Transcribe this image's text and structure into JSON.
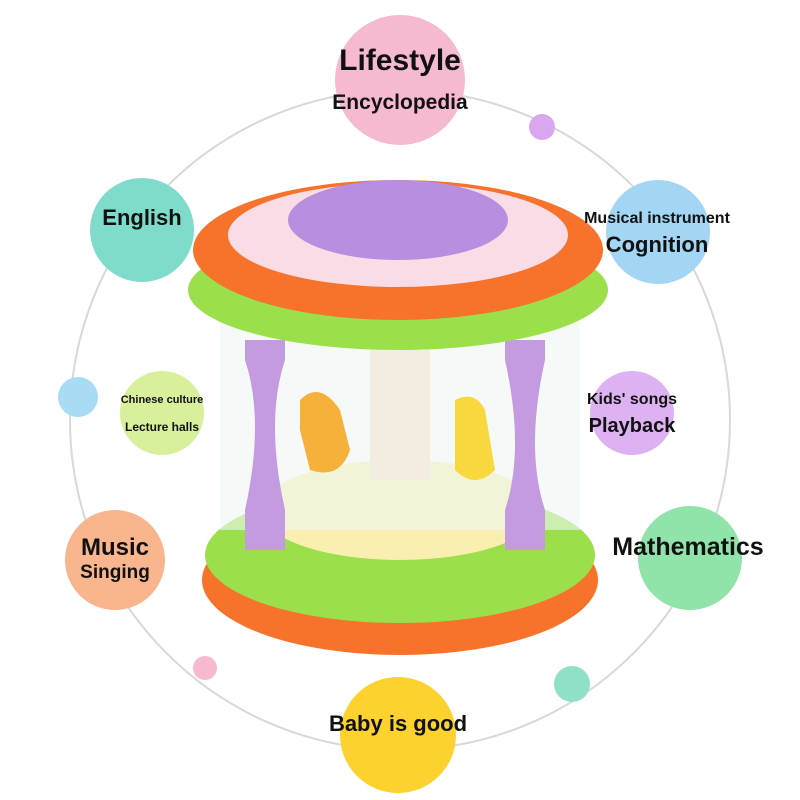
{
  "features": {
    "lifestyle": {
      "line1": "Lifestyle",
      "line2": "Encyclopedia",
      "color": "#f5b9d2"
    },
    "english": {
      "line1": "English",
      "color": "#7fdccb"
    },
    "musical": {
      "line1": "Musical instrument",
      "line2": "Cognition",
      "color": "#a3d6f5"
    },
    "chinese": {
      "line1": "Chinese culture",
      "line2": "Lecture halls",
      "color": "#d8ef9c"
    },
    "kids": {
      "line1": "Kids' songs",
      "line2": "Playback",
      "color": "#dcb2f2"
    },
    "music": {
      "line1": "Music",
      "line2": "Singing",
      "color": "#f9b58e"
    },
    "math": {
      "line1": "Mathematics",
      "color": "#90e3a9"
    },
    "baby": {
      "line1": "Baby is good",
      "color": "#fdd22f"
    }
  },
  "colors": {
    "ring": "#d8d8d8",
    "toy_orange": "#f7722a",
    "toy_green": "#9be04a",
    "toy_purple": "#c49ae0",
    "toy_base": "#f8efb0"
  }
}
